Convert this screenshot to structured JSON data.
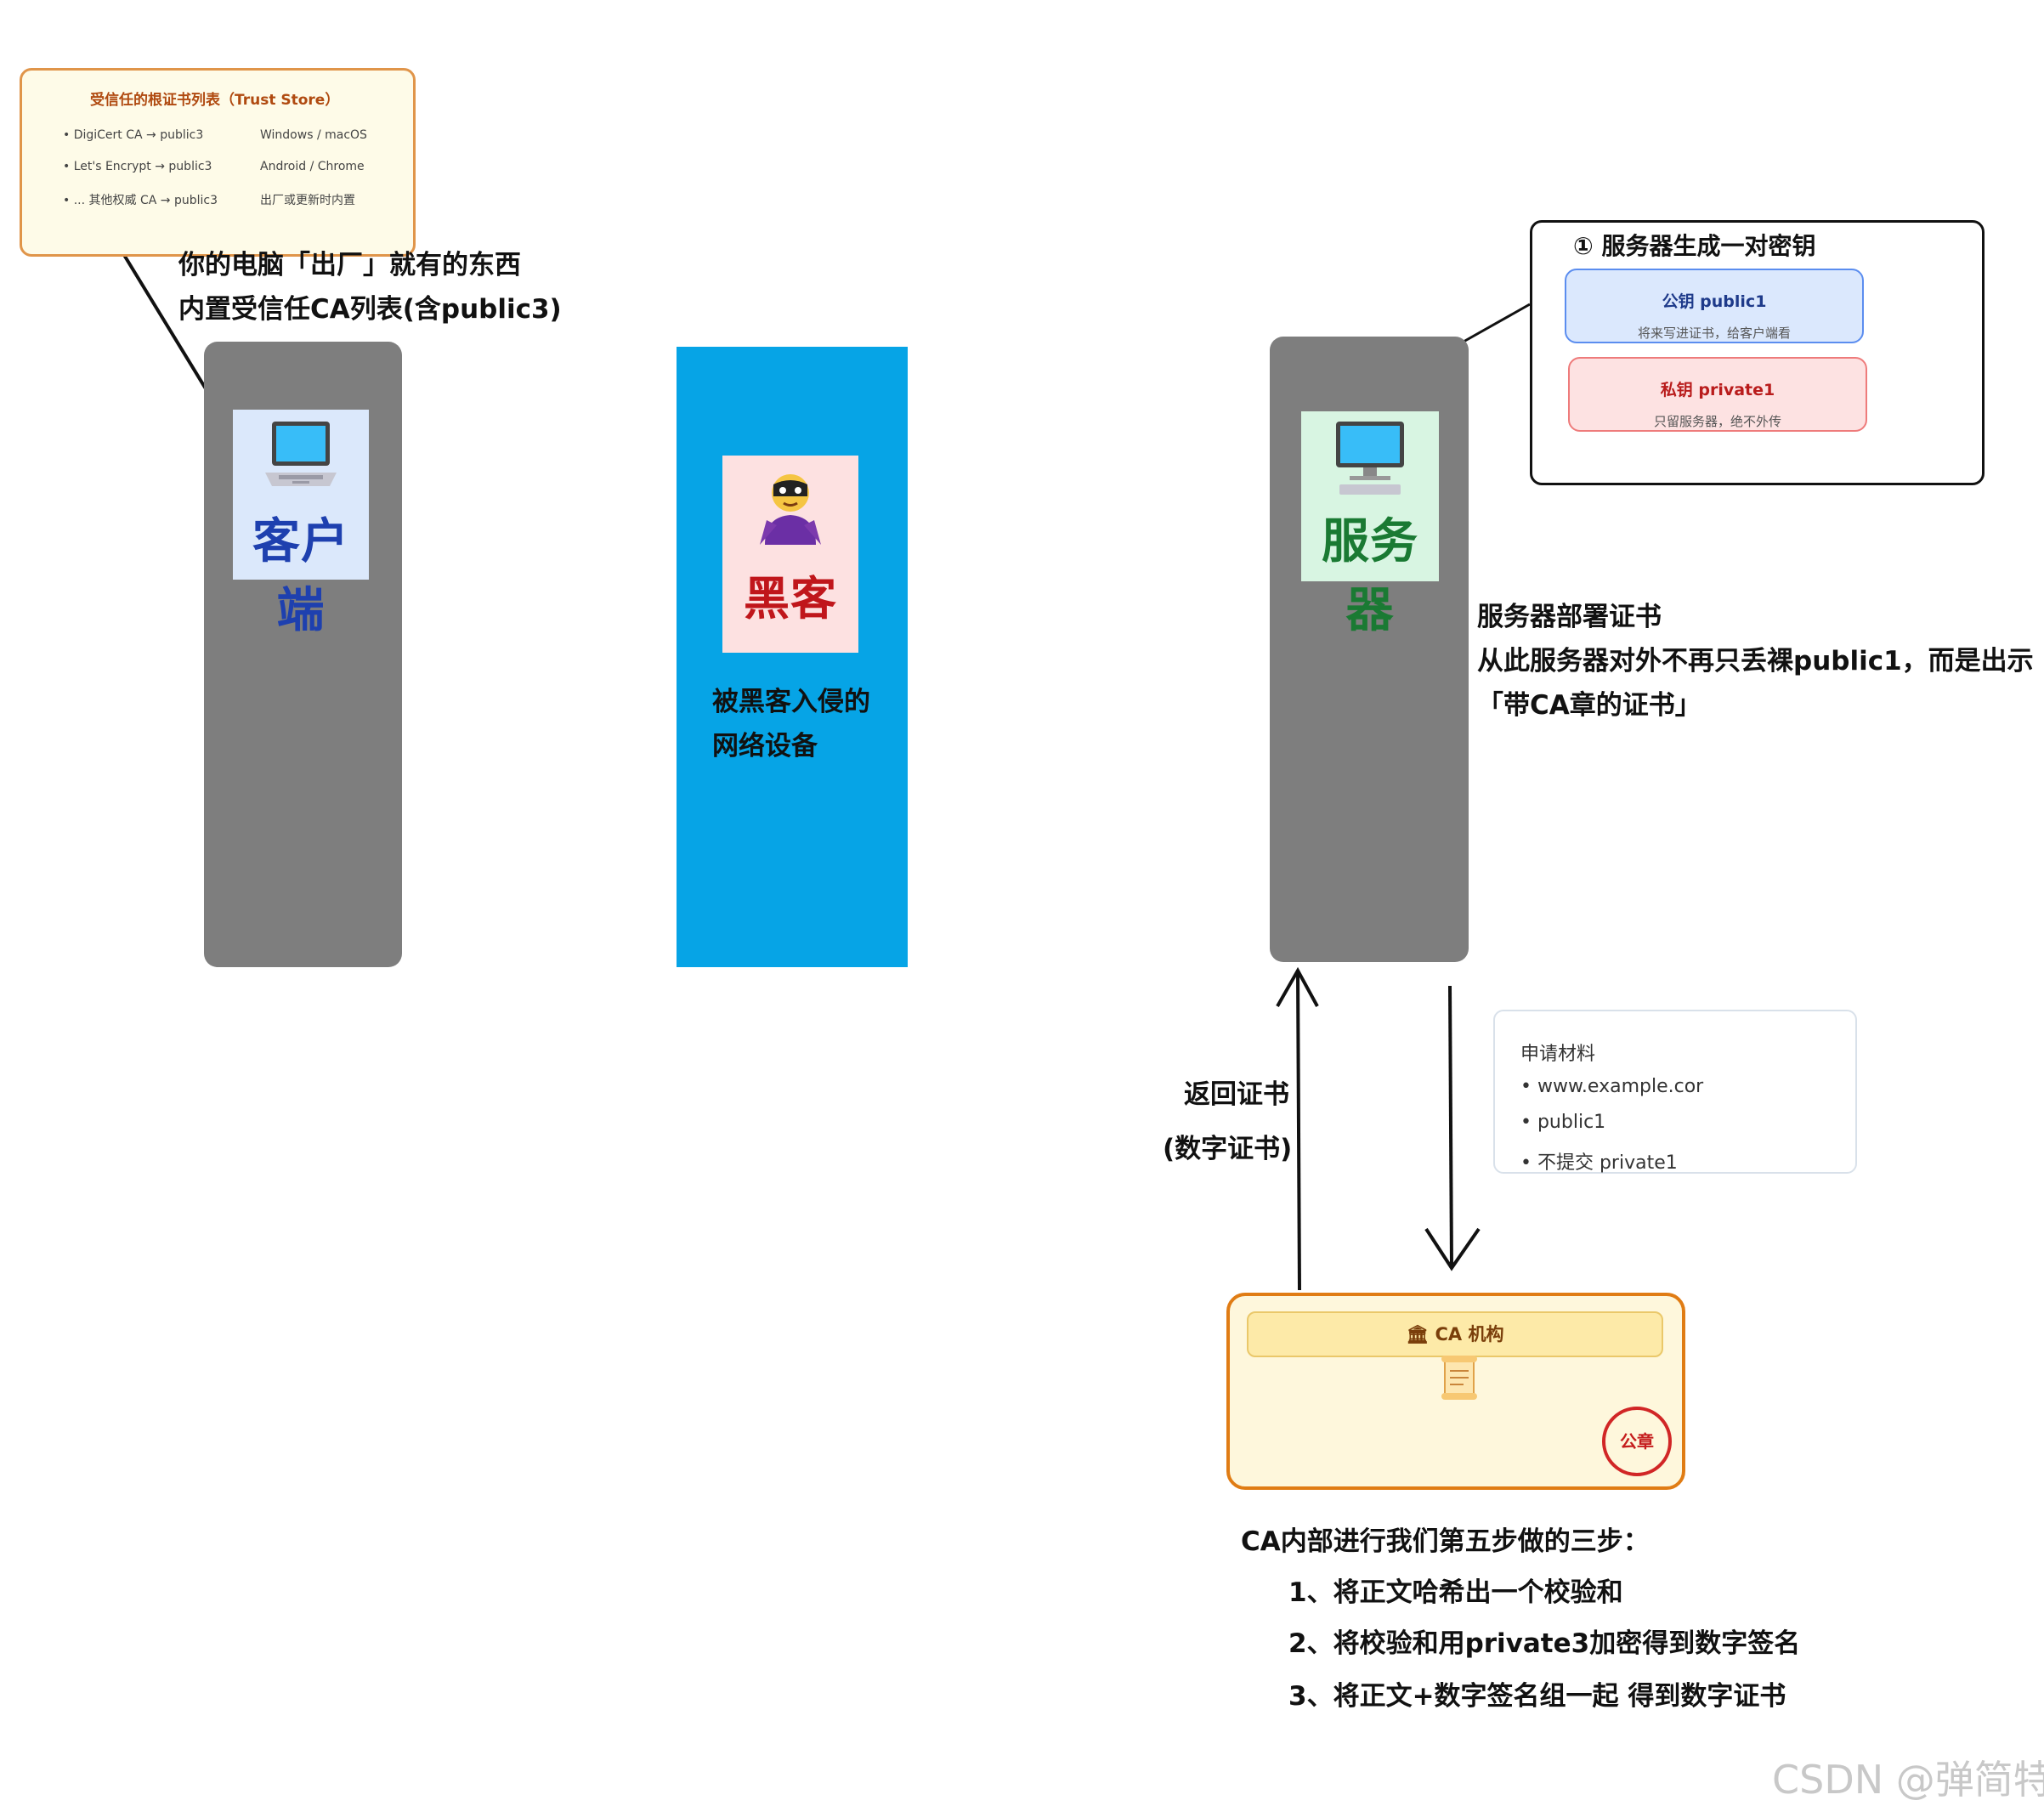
{
  "trust_store": {
    "title": "受信任的根证书列表（Trust Store）",
    "rows": [
      {
        "entry": "• DigiCert CA → public3",
        "platform": "Windows / macOS"
      },
      {
        "entry": "• Let's Encrypt → public3",
        "platform": "Android / Chrome"
      },
      {
        "entry": "• ... 其他权威 CA → public3",
        "platform": "出厂或更新时内置"
      }
    ]
  },
  "client_caption": {
    "line1": "你的电脑「出厂」就有的东西",
    "line2": "内置受信任CA列表(含public3)"
  },
  "client": {
    "label": "客户端",
    "icon": "laptop-icon",
    "card_bg": "#dbe8fb",
    "label_color": "#1e40af"
  },
  "hacker": {
    "label": "黑客",
    "icon": "supervillain-icon",
    "card_bg": "#fde1e1",
    "label_color": "#c0161b",
    "caption_line1": "被黑客入侵的",
    "caption_line2": "网络设备",
    "bar_color": "#06a4e6"
  },
  "server": {
    "label": "服务器",
    "icon": "desktop-computer-icon",
    "card_bg": "#d8f5e2",
    "label_color": "#1a7a33",
    "caption_line1": "服务器部署证书",
    "caption_line2": "从此服务器对外不再只丢裸public1，而是出示",
    "caption_line3": "「带CA章的证书」"
  },
  "key_box": {
    "title": "① 服务器生成一对密钥",
    "public_key": {
      "title": "公钥 public1",
      "desc": "将来写进证书，给客户端看"
    },
    "private_key": {
      "title": "私钥 private1",
      "desc": "只留服务器，绝不外传"
    }
  },
  "return_label": {
    "line1": "返回证书",
    "line2": "(数字证书)"
  },
  "materials": {
    "title": "申请材料",
    "items": [
      "• www.example.cor",
      "• public1",
      "• 不提交 private1"
    ]
  },
  "ca": {
    "header": "🏛 CA 机构",
    "seal": "公章",
    "icon": "scroll-icon"
  },
  "ca_steps": {
    "intro": "CA内部进行我们第五步做的三步：",
    "steps": [
      "1、将正文哈希出一个校验和",
      "2、将校验和用private3加密得到数字签名",
      "3、将正文+数字签名组一起 得到数字证书"
    ]
  },
  "watermark": "CSDN @弹简特"
}
